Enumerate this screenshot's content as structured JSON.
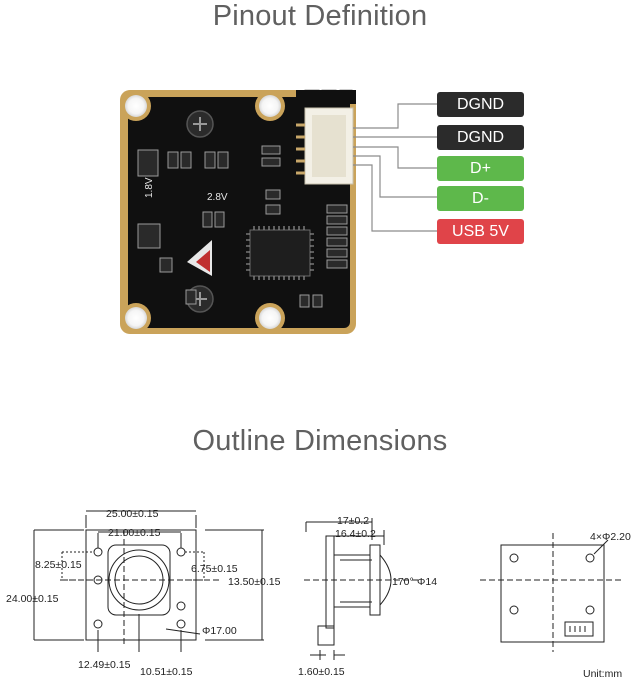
{
  "titles": {
    "pinout": "Pinout Definition",
    "outline": "Outline Dimensions"
  },
  "pins": [
    {
      "label": "DGND",
      "color": "#2b2b2b"
    },
    {
      "label": "DGND",
      "color": "#2b2b2b"
    },
    {
      "label": "D+",
      "color": "#5eb84b"
    },
    {
      "label": "D-",
      "color": "#5eb84b"
    },
    {
      "label": "USB 5V",
      "color": "#e04449"
    }
  ],
  "board_marks": {
    "v18": "1.8V",
    "v28": "2.8V"
  },
  "dimensions": {
    "front_width_outer": "25.00±0.15",
    "front_width_holes": "21.00±0.15",
    "front_left_hole": "8.25±0.15",
    "front_right_hole": "6.75±0.15",
    "front_height": "24.00±0.15",
    "front_center": "13.50±0.15",
    "front_lens": "Φ17.00",
    "front_bottom_left": "12.49±0.15",
    "front_bottom_right": "10.51±0.15",
    "side_depth": "17±0.2",
    "side_depth2": "16.4±0.2",
    "side_fov": "170°",
    "side_lens": "Φ14",
    "side_thickness": "1.60±0.15",
    "back_holes": "4×Φ2.20",
    "unit": "Unit:mm"
  }
}
